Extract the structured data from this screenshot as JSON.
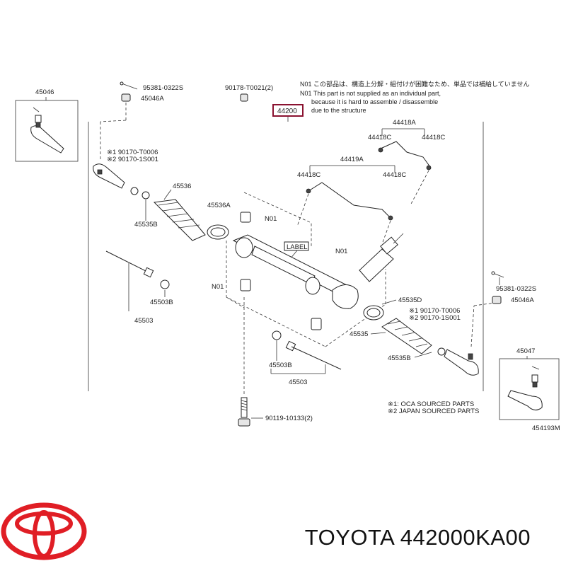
{
  "diagram": {
    "parts": {
      "p45046": "45046",
      "p95381_top": "95381-0322S",
      "p45046A_top": "45046A",
      "p90178": "90178-T0021(2)",
      "p44200": "44200",
      "p44418A": "44418A",
      "p44418C_1": "44418C",
      "p44418C_2": "44418C",
      "p44418C_3": "44418C",
      "p44418C_4": "44418C",
      "p44419A": "44419A",
      "p45536": "45536",
      "p45536A": "45536A",
      "p45535B_left": "45535B",
      "p45503B_left": "45503B",
      "p45503_left": "45503",
      "p45535D": "45535D",
      "p45535": "45535",
      "p45535B_right": "45535B",
      "p45503B_right": "45503B",
      "p45503_right": "45503",
      "p95381_right": "95381-0322S",
      "p45046A_right": "45046A",
      "p45047": "45047",
      "p90119": "90119-10133(2)",
      "n01_a": "N01",
      "n01_b": "N01",
      "n01_c": "N01",
      "label_tag": "LABEL",
      "ref_left_1": "※1 90170-T0006",
      "ref_left_2": "※2 90170-1S001",
      "ref_right_1": "※1 90170-T0006",
      "ref_right_2": "※2 90170-1S001"
    },
    "notes": {
      "line1": "N01 この部品は、構造上分解・組付けが困難なため、単品では補給していません",
      "line2": "N01 This part is not supplied as an individual part,",
      "line3": "because it is hard to assemble / disassemble",
      "line4": "due to the structure"
    },
    "legend": {
      "line1": "※1: OCA  SOURCED PARTS",
      "line2": "※2 JAPAN SOURCED PARTS"
    },
    "figure_id": "454193M"
  },
  "footer": {
    "text": "TOYOTA 442000KA00",
    "logo_color": "#e01e25"
  }
}
